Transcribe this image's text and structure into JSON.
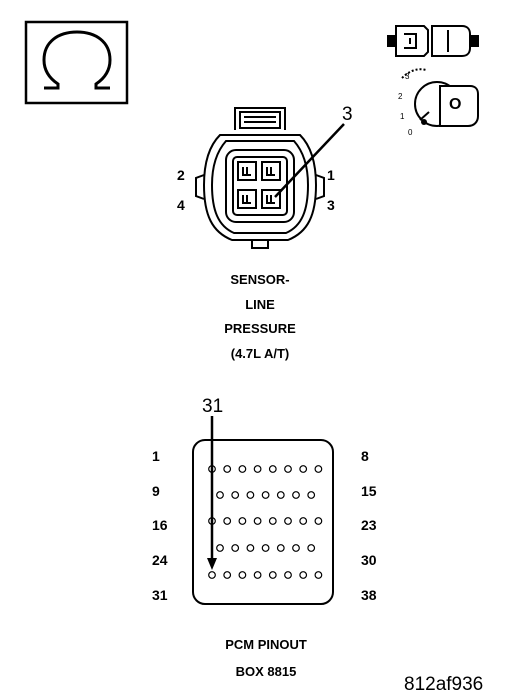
{
  "sensor_connector": {
    "callout": "3",
    "cavity_labels": {
      "top_left": "2",
      "bottom_left": "4",
      "top_right": "1",
      "bottom_right": "3"
    },
    "title_lines": [
      "SENSOR-",
      "LINE",
      "PRESSURE",
      "(4.7L A/T)"
    ]
  },
  "key_position_labels": {
    "p3": "3",
    "p2": "2",
    "p1": "1",
    "p0": "0"
  },
  "key_letter": "O",
  "pcm_connector": {
    "callout": "31",
    "row_start_labels": [
      "1",
      "9",
      "16",
      "24",
      "31"
    ],
    "row_end_labels": [
      "8",
      "15",
      "23",
      "30",
      "38"
    ],
    "title_lines": [
      "PCM PINOUT",
      "BOX 8815"
    ]
  },
  "figure_code": "812af936"
}
